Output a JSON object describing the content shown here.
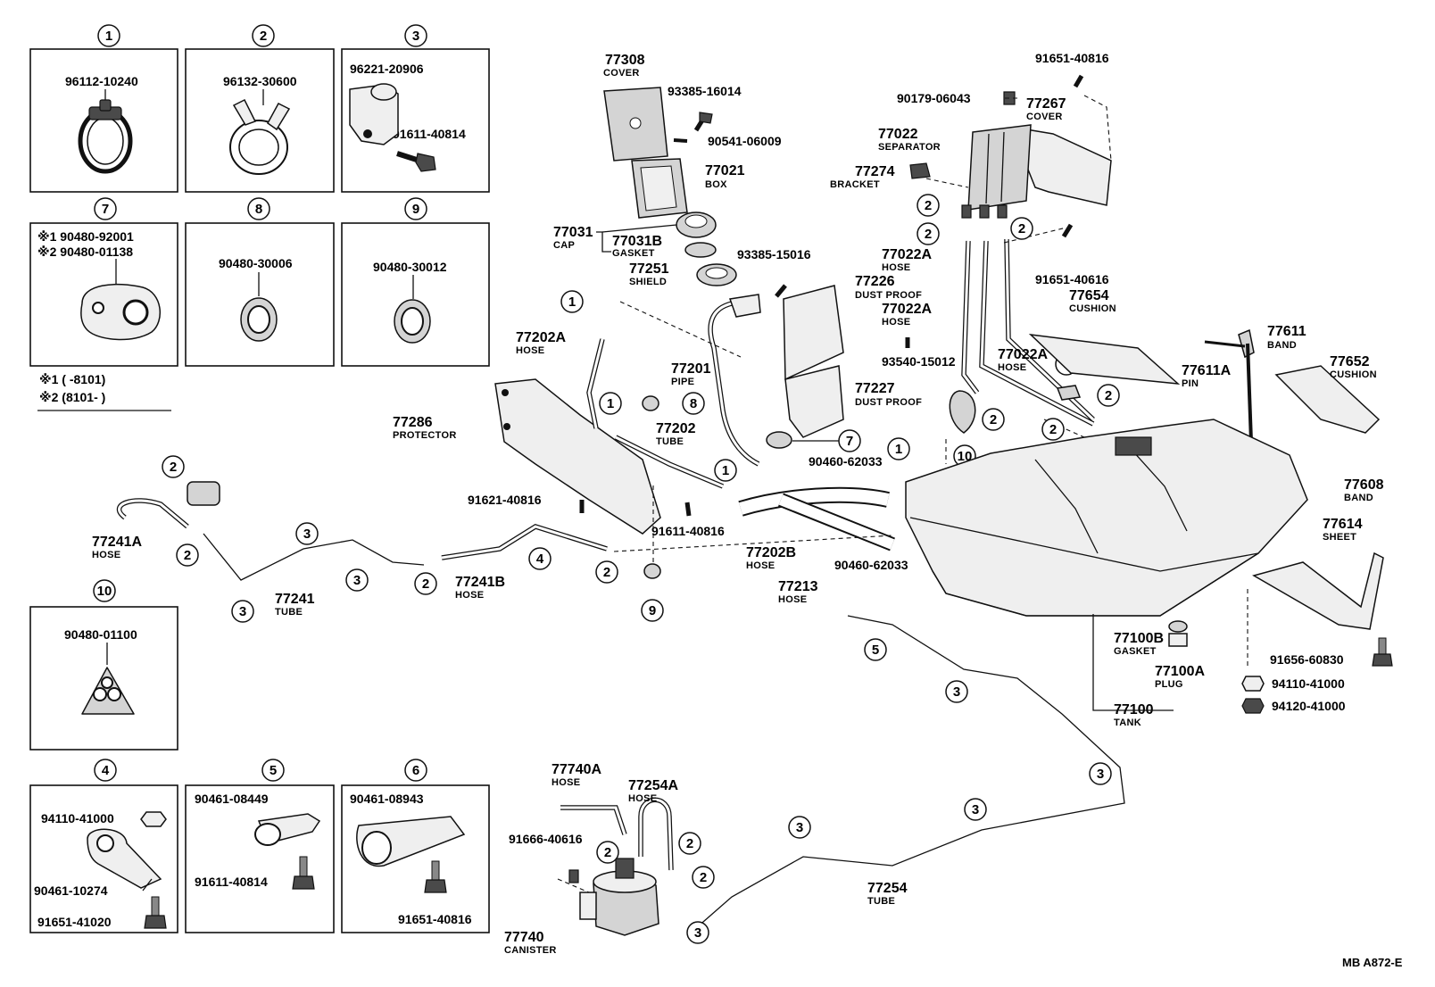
{
  "boxes": {
    "b1": {
      "marker": "1",
      "part": "96112-10240"
    },
    "b2": {
      "marker": "2",
      "part": "96132-30600"
    },
    "b3": {
      "marker": "3",
      "part1": "96221-20906",
      "part2": "91611-40814"
    },
    "b7": {
      "marker": "7",
      "line1": "※1 90480-92001",
      "line2": "※2 90480-01138",
      "note1": "※1 (        -8101)",
      "note2": "※2 (8101-        )"
    },
    "b8": {
      "marker": "8",
      "part": "90480-30006"
    },
    "b9": {
      "marker": "9",
      "part": "90480-30012"
    },
    "b10": {
      "marker": "10",
      "part": "90480-01100"
    },
    "b4": {
      "marker": "4",
      "part1": "94110-41000",
      "part2": "90461-10274",
      "part3": "91651-41020"
    },
    "b5": {
      "marker": "5",
      "part1": "90461-08449",
      "part2": "91611-40814"
    },
    "b6": {
      "marker": "6",
      "part1": "90461-08943",
      "part2": "91651-40816"
    }
  },
  "labels": {
    "p77308": "77308",
    "n77308": "COVER",
    "p93385a": "93385-16014",
    "p90541": "90541-06009",
    "p77021": "77021",
    "n77021": "BOX",
    "p77031": "77031",
    "n77031": "CAP",
    "p77031b": "77031B",
    "n77031b": "GASKET",
    "p93385b": "93385-15016",
    "p77251": "77251",
    "n77251": "SHIELD",
    "p77226": "77226",
    "n77226": "DUST PROOF",
    "p77022a2": "77022A",
    "n77022a2": "HOSE",
    "p93540": "93540-15012",
    "p77201": "77201",
    "n77201": "PIPE",
    "p77227": "77227",
    "n77227": "DUST PROOF",
    "p77202a": "77202A",
    "n77202a": "HOSE",
    "p77286": "77286",
    "n77286": "PROTECTOR",
    "p77202": "77202",
    "n77202": "TUBE",
    "p90460a": "90460-62033",
    "p90460b": "90460-62033",
    "p91621": "91621-40816",
    "p91611": "91611-40816",
    "p77202b": "77202B",
    "n77202b": "HOSE",
    "p77213": "77213",
    "n77213": "HOSE",
    "p77241a": "77241A",
    "n77241a": "HOSE",
    "p77241": "77241",
    "n77241": "TUBE",
    "p77241b": "77241B",
    "n77241b": "HOSE",
    "p91651a": "91651-40816",
    "p90179": "90179-06043",
    "p77267": "77267",
    "n77267": "COVER",
    "p77022": "77022",
    "n77022": "SEPARATOR",
    "p77274": "77274",
    "n77274": "BRACKET",
    "p77022a1": "77022A",
    "n77022a1": "HOSE",
    "p91651b": "91651-40616",
    "p77654": "77654",
    "n77654": "CUSHION",
    "p77022a3": "77022A",
    "n77022a3": "HOSE",
    "p77611": "77611",
    "n77611": "BAND",
    "p77611a": "77611A",
    "n77611a": "PIN",
    "p77652": "77652",
    "n77652": "CUSHION",
    "p77608": "77608",
    "n77608": "BAND",
    "p77614": "77614",
    "n77614": "SHEET",
    "p91656": "91656-60830",
    "p94110": "94110-41000",
    "p94120": "94120-41000",
    "p77100b": "77100B",
    "n77100b": "GASKET",
    "p77100a": "77100A",
    "n77100a": "PLUG",
    "p77100": "77100",
    "n77100": "TANK",
    "p77740a": "77740A",
    "n77740a": "HOSE",
    "p77254a": "77254A",
    "n77254a": "HOSE",
    "p91666": "91666-40616",
    "p77740": "77740",
    "n77740": "CANISTER",
    "p77254": "77254",
    "n77254": "TUBE"
  },
  "footer": "MB  A872-E"
}
